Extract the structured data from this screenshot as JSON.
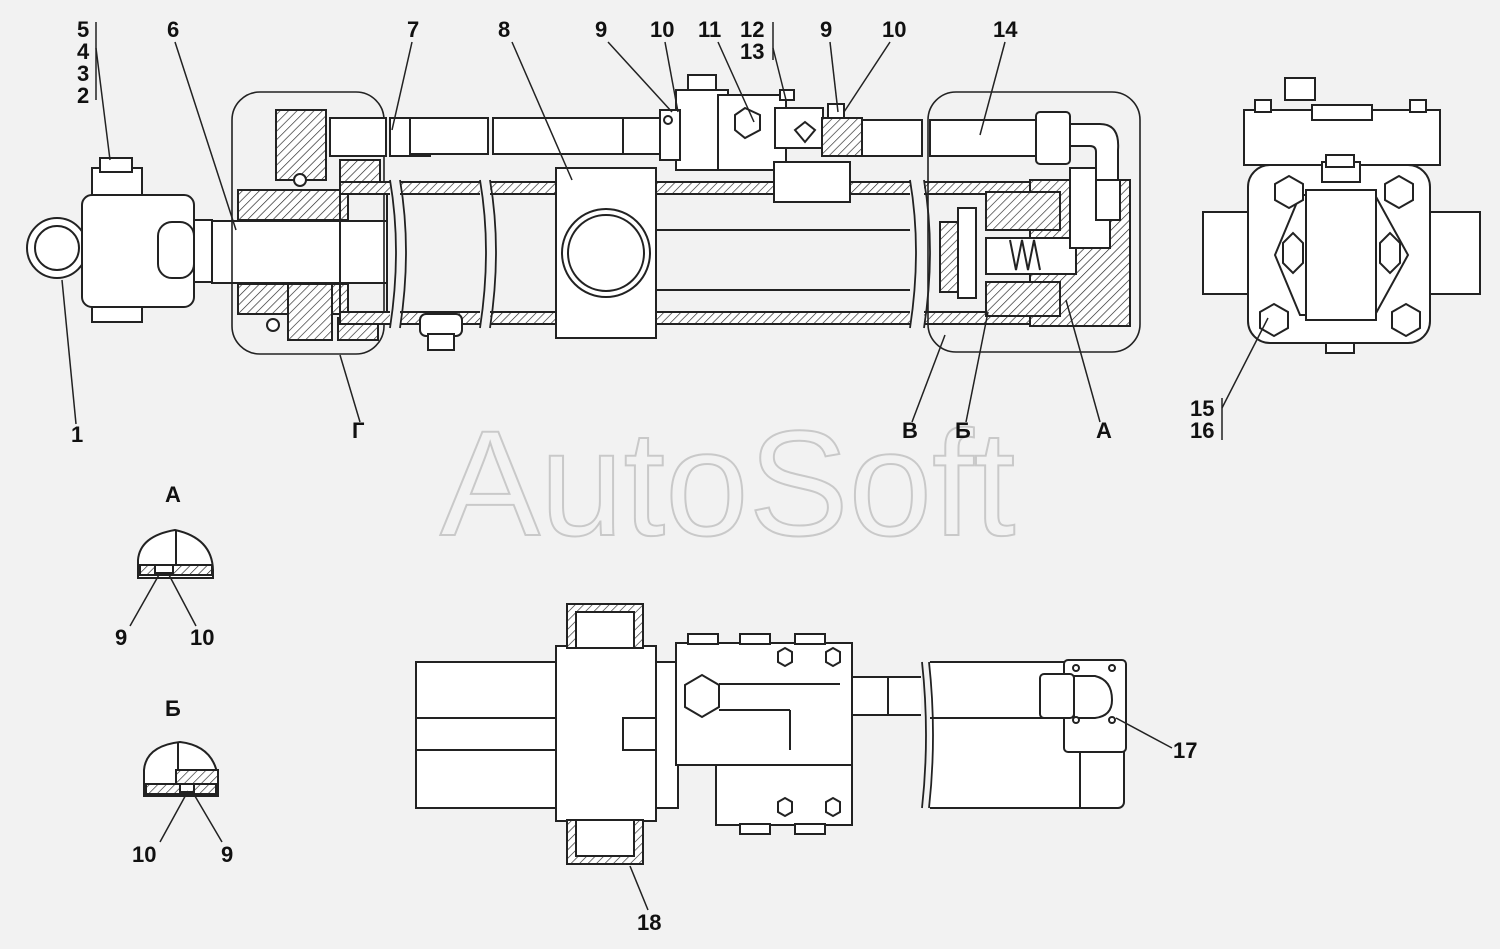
{
  "watermark": "AutoSoft",
  "callouts": {
    "c1": "1",
    "c2": "2",
    "c3": "3",
    "c4": "4",
    "c5": "5",
    "c6": "6",
    "c7": "7",
    "c8": "8",
    "c9a": "9",
    "c10a": "10",
    "c11": "11",
    "c12": "12",
    "c13": "13",
    "c9b": "9",
    "c10b": "10",
    "c14": "14",
    "c15": "15",
    "c16": "16",
    "c17": "17",
    "c18": "18",
    "viewG": "Г",
    "viewV": "В",
    "viewB": "Б",
    "viewA": "А"
  },
  "details": {
    "a": {
      "title": "А",
      "n1": "9",
      "n2": "10"
    },
    "b": {
      "title": "Б",
      "n1": "10",
      "n2": "9"
    }
  }
}
